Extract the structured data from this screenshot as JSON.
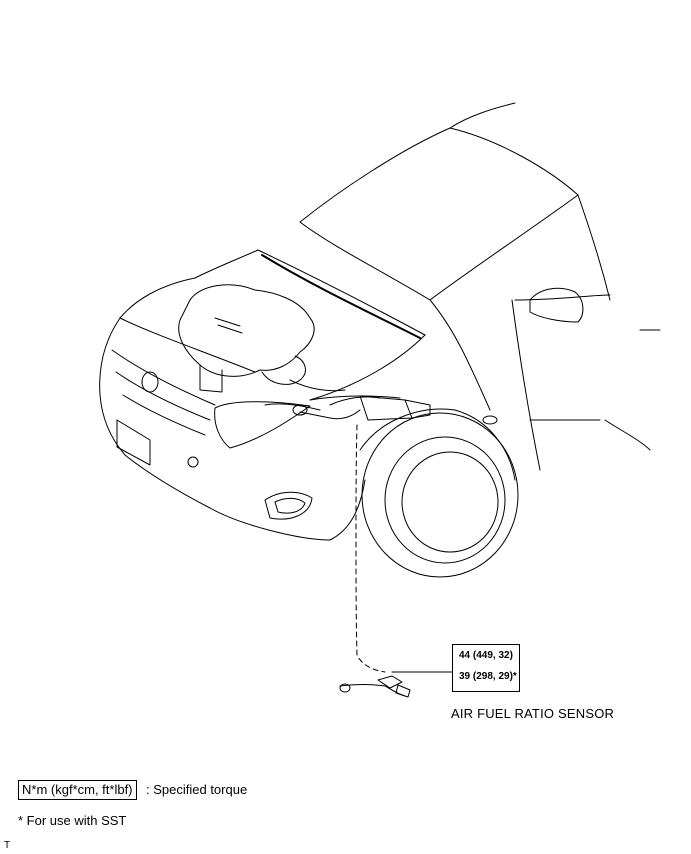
{
  "torque": {
    "values": [
      "44 (449, 32)",
      "39 (298, 29)*"
    ]
  },
  "part_label": "AIR FUEL RATIO SENSOR",
  "legend": {
    "unit_box": "N*m (kgf*cm, ft*lbf)",
    "description": ": Specified torque"
  },
  "footnote": "* For use with SST",
  "corner_mark": "T"
}
